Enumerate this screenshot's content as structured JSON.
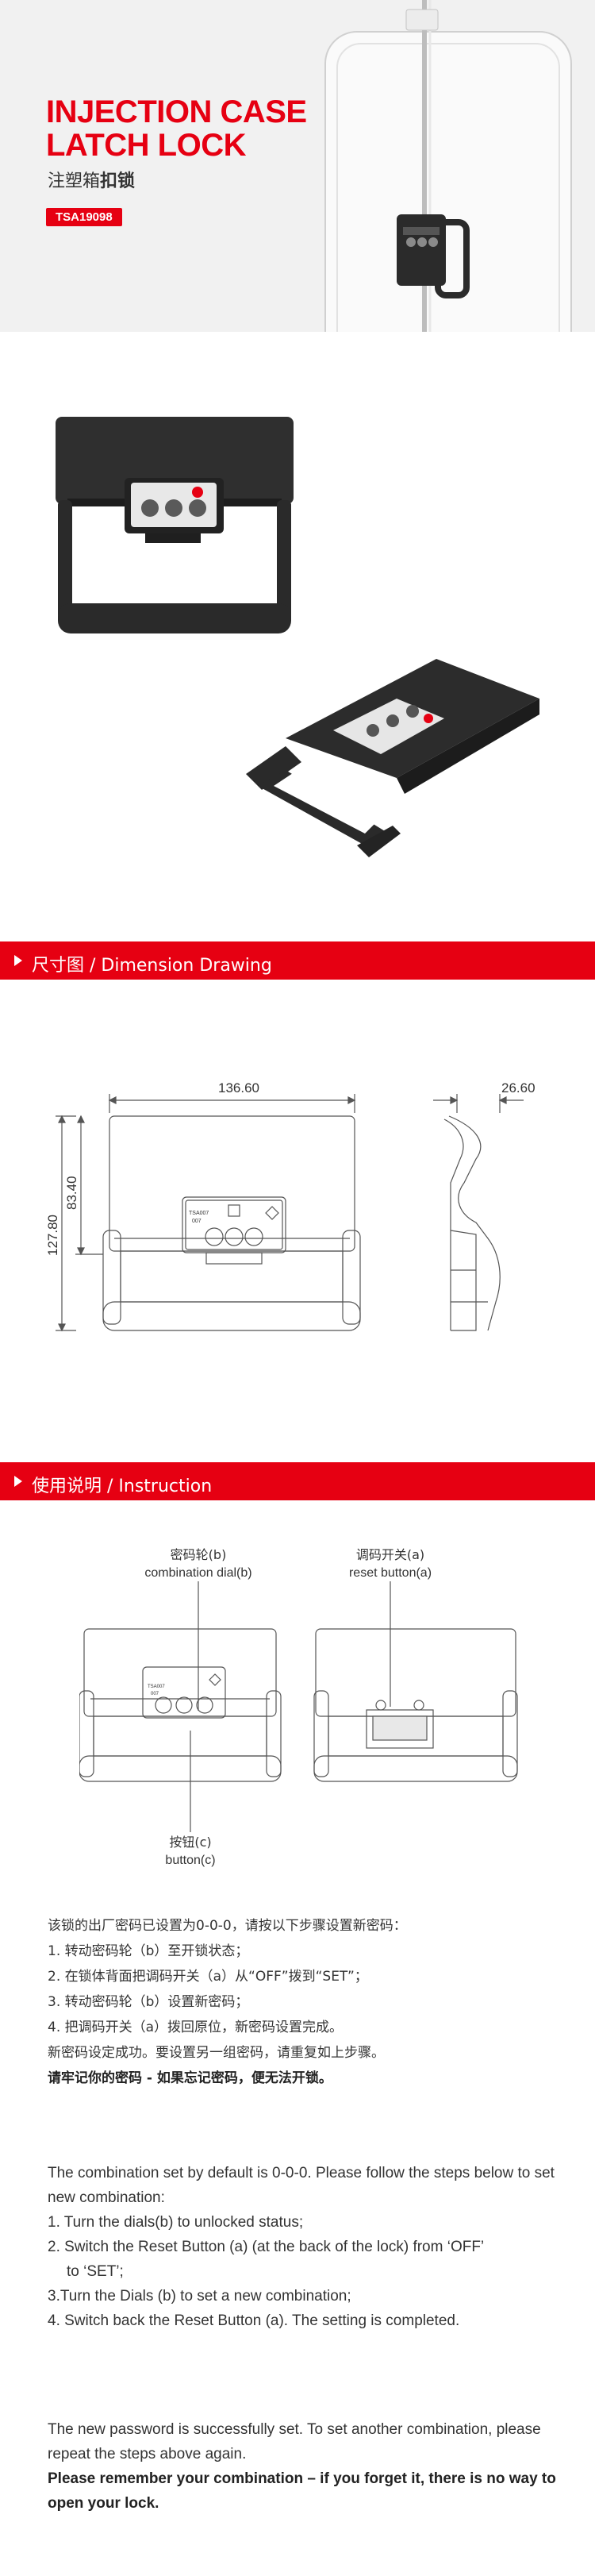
{
  "hero": {
    "title_line1": "INJECTION CASE",
    "title_line2": "LATCH LOCK",
    "subtitle_plain": "注塑箱",
    "subtitle_bold": "扣锁",
    "model": "TSA19098"
  },
  "colors": {
    "accent": "#e60012",
    "hero_bg": "#f1f1f1",
    "lock_body": "#2b2b2b"
  },
  "icons": [
    "play-triangle-icon",
    "lock-dial-icon",
    "tsa-diamond-icon"
  ],
  "section_dimension": {
    "label": "尺寸图 / Dimension Drawing"
  },
  "dimensions": {
    "width": "136.60",
    "depth": "26.60",
    "height_total": "127.80",
    "height_upper": "83.40",
    "tsa_text1": "TSA007",
    "tsa_text2": "007"
  },
  "section_instruction": {
    "label": "使用说明 / Instruction"
  },
  "callouts": {
    "dial_cn": "密码轮(b)",
    "dial_en": "combination dial(b)",
    "reset_cn": "调码开关(a)",
    "reset_en": "reset button(a)",
    "button_cn": "按钮(c)",
    "button_en": "button(c)"
  },
  "cn_steps": {
    "intro": "该锁的出厂密码已设置为0-0-0，请按以下步骤设置新密码：",
    "step1": "1.    转动密码轮（b）至开锁状态；",
    "step2": "2.    在锁体背面把调码开关（a）从“OFF”拨到“SET”；",
    "step3": "3.    转动密码轮（b）设置新密码；",
    "step4": "4.    把调码开关（a）拨回原位，新密码设置完成。",
    "done": "新密码设定成功。要设置另一组密码，请重复如上步骤。",
    "warning": "请牢记你的密码 - 如果忘记密码，便无法开锁。"
  },
  "en_steps": {
    "intro": "The combination set by default is 0-0-0. Please follow the steps below to set new combination:",
    "step1": "1. Turn the dials(b) to unlocked status;",
    "step2a": "2. Switch the Reset Button (a) (at the back of the lock) from  ‘OFF’",
    "step2b": "to  ‘SET’;",
    "step3": "3.Turn the Dials (b) to set a new combination;",
    "step4": "4.  Switch back the Reset Button (a). The setting is completed.",
    "done": "The new password is successfully set. To set another combination, please repeat the steps above again.",
    "warning": "Please remember your combination – if you forget it, there is no way to open your lock."
  }
}
